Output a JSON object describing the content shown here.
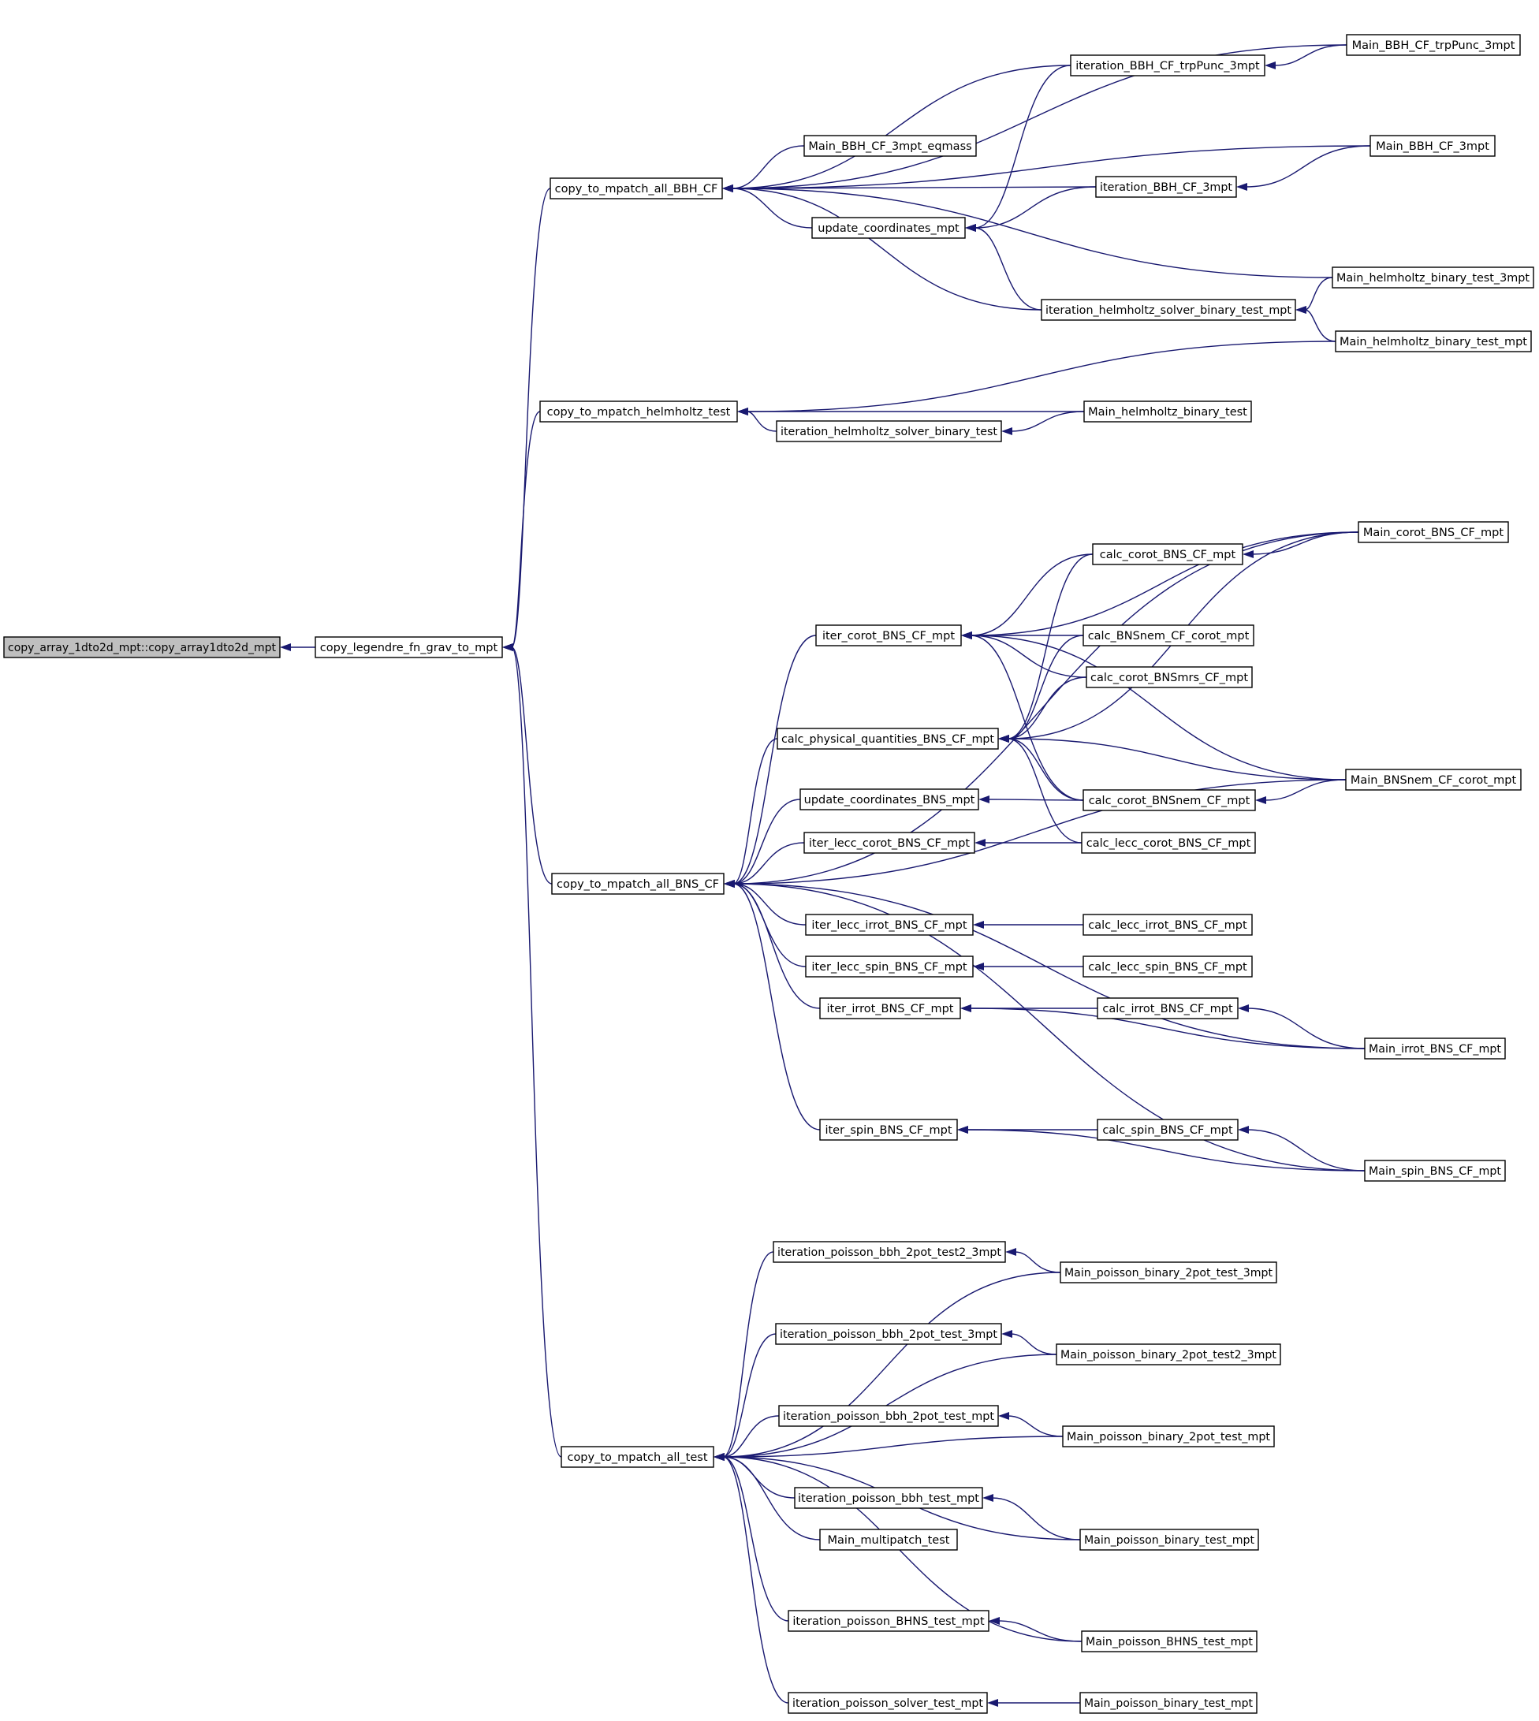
{
  "colors": {
    "edge": "#191970",
    "root_fill": "#bfbfbf",
    "node_fill": "#ffffff",
    "node_border": "#000000"
  },
  "nodes": {
    "n0": "copy_array_1dto2d_mpt::copy_array1dto2d_mpt",
    "n1": "copy_legendre_fn_grav_to_mpt",
    "n2": "copy_to_mpatch_all_BBH_CF",
    "n3": "copy_to_mpatch_helmholtz_test",
    "n4": "copy_to_mpatch_all_BNS_CF",
    "n5": "copy_to_mpatch_all_test",
    "n6": "Main_BBH_CF_trpPunc_3mpt",
    "n7": "iteration_BBH_CF_trpPunc_3mpt",
    "n8": "Main_BBH_CF_3mpt_eqmass",
    "n9": "Main_BBH_CF_3mpt",
    "n10": "iteration_BBH_CF_3mpt",
    "n11": "update_coordinates_mpt",
    "n12": "Main_helmholtz_binary_test_3mpt",
    "n13": "iteration_helmholtz_solver_binary_test_mpt",
    "n14": "Main_helmholtz_binary_test_mpt",
    "n15": "Main_helmholtz_binary_test",
    "n16": "iteration_helmholtz_solver_binary_test",
    "n17": "Main_corot_BNS_CF_mpt",
    "n18": "calc_corot_BNS_CF_mpt",
    "n19": "iter_corot_BNS_CF_mpt",
    "n20": "calc_BNSnem_CF_corot_mpt",
    "n21": "calc_corot_BNSmrs_CF_mpt",
    "n22": "calc_physical_quantities_BNS_CF_mpt",
    "n23": "Main_BNSnem_CF_corot_mpt",
    "n24": "update_coordinates_BNS_mpt",
    "n25": "calc_corot_BNSnem_CF_mpt",
    "n26": "iter_lecc_corot_BNS_CF_mpt",
    "n27": "calc_lecc_corot_BNS_CF_mpt",
    "n28": "iter_lecc_irrot_BNS_CF_mpt",
    "n29": "calc_lecc_irrot_BNS_CF_mpt",
    "n30": "iter_lecc_spin_BNS_CF_mpt",
    "n31": "calc_lecc_spin_BNS_CF_mpt",
    "n32": "iter_irrot_BNS_CF_mpt",
    "n33": "calc_irrot_BNS_CF_mpt",
    "n34": "Main_irrot_BNS_CF_mpt",
    "n35": "iter_spin_BNS_CF_mpt",
    "n36": "calc_spin_BNS_CF_mpt",
    "n37": "Main_spin_BNS_CF_mpt",
    "n38": "iteration_poisson_bbh_2pot_test2_3mpt",
    "n39": "Main_poisson_binary_2pot_test_3mpt",
    "n40": "iteration_poisson_bbh_2pot_test_3mpt",
    "n41": "Main_poisson_binary_2pot_test2_3mpt",
    "n42": "iteration_poisson_bbh_2pot_test_mpt",
    "n43": "Main_poisson_binary_2pot_test_mpt",
    "n44": "iteration_poisson_bbh_test_mpt",
    "n45": "Main_multipatch_test",
    "n46": "Main_poisson_binary_test_mpt",
    "n47": "iteration_poisson_BHNS_test_mpt",
    "n48": "Main_poisson_BHNS_test_mpt",
    "n49": "iteration_poisson_solver_test_mpt",
    "n50": "Main_poisson_binary_test_mpt"
  },
  "edges": [
    [
      "n1",
      "n0"
    ],
    [
      "n2",
      "n1"
    ],
    [
      "n3",
      "n1"
    ],
    [
      "n4",
      "n1"
    ],
    [
      "n5",
      "n1"
    ],
    [
      "n6",
      "n2"
    ],
    [
      "n7",
      "n2"
    ],
    [
      "n8",
      "n2"
    ],
    [
      "n9",
      "n2"
    ],
    [
      "n10",
      "n2"
    ],
    [
      "n11",
      "n2"
    ],
    [
      "n12",
      "n2"
    ],
    [
      "n13",
      "n2"
    ],
    [
      "n6",
      "n7"
    ],
    [
      "n9",
      "n10"
    ],
    [
      "n10",
      "n11"
    ],
    [
      "n7",
      "n11"
    ],
    [
      "n13",
      "n11"
    ],
    [
      "n12",
      "n13"
    ],
    [
      "n14",
      "n13"
    ],
    [
      "n14",
      "n3"
    ],
    [
      "n15",
      "n3"
    ],
    [
      "n16",
      "n3"
    ],
    [
      "n15",
      "n16"
    ],
    [
      "n17",
      "n4"
    ],
    [
      "n19",
      "n4"
    ],
    [
      "n22",
      "n4"
    ],
    [
      "n24",
      "n4"
    ],
    [
      "n26",
      "n4"
    ],
    [
      "n23",
      "n4"
    ],
    [
      "n28",
      "n4"
    ],
    [
      "n30",
      "n4"
    ],
    [
      "n32",
      "n4"
    ],
    [
      "n34",
      "n4"
    ],
    [
      "n35",
      "n4"
    ],
    [
      "n37",
      "n4"
    ],
    [
      "n17",
      "n18"
    ],
    [
      "n18",
      "n19"
    ],
    [
      "n17",
      "n19"
    ],
    [
      "n20",
      "n19"
    ],
    [
      "n21",
      "n19"
    ],
    [
      "n25",
      "n19"
    ],
    [
      "n23",
      "n19"
    ],
    [
      "n18",
      "n22"
    ],
    [
      "n20",
      "n22"
    ],
    [
      "n21",
      "n22"
    ],
    [
      "n17",
      "n22"
    ],
    [
      "n23",
      "n22"
    ],
    [
      "n25",
      "n22"
    ],
    [
      "n27",
      "n22"
    ],
    [
      "n25",
      "n24"
    ],
    [
      "n23",
      "n25"
    ],
    [
      "n27",
      "n26"
    ],
    [
      "n29",
      "n28"
    ],
    [
      "n31",
      "n30"
    ],
    [
      "n33",
      "n32"
    ],
    [
      "n34",
      "n32"
    ],
    [
      "n34",
      "n33"
    ],
    [
      "n36",
      "n35"
    ],
    [
      "n37",
      "n35"
    ],
    [
      "n37",
      "n36"
    ],
    [
      "n38",
      "n5"
    ],
    [
      "n39",
      "n5"
    ],
    [
      "n40",
      "n5"
    ],
    [
      "n41",
      "n5"
    ],
    [
      "n42",
      "n5"
    ],
    [
      "n43",
      "n5"
    ],
    [
      "n44",
      "n5"
    ],
    [
      "n45",
      "n5"
    ],
    [
      "n46",
      "n5"
    ],
    [
      "n47",
      "n5"
    ],
    [
      "n48",
      "n5"
    ],
    [
      "n49",
      "n5"
    ],
    [
      "n39",
      "n38"
    ],
    [
      "n41",
      "n40"
    ],
    [
      "n43",
      "n42"
    ],
    [
      "n46",
      "n44"
    ],
    [
      "n48",
      "n47"
    ],
    [
      "n50",
      "n49"
    ]
  ]
}
